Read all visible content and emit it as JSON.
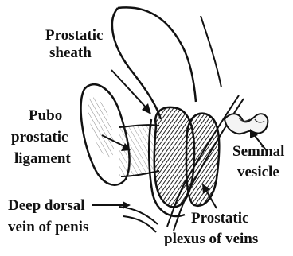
{
  "labels": {
    "prostatic_sheath_1": "Prostatic",
    "prostatic_sheath_2": "sheath",
    "puboprostatic_1": "Pubo",
    "puboprostatic_2": "prostatic",
    "puboprostatic_3": "ligament",
    "seminal_vesicle_1": "Seminal",
    "seminal_vesicle_2": "vesicle",
    "deep_dorsal_1": "Deep dorsal",
    "deep_dorsal_2": "vein of penis",
    "plexus_1": "Prostatic",
    "plexus_2": "plexus of veins"
  }
}
